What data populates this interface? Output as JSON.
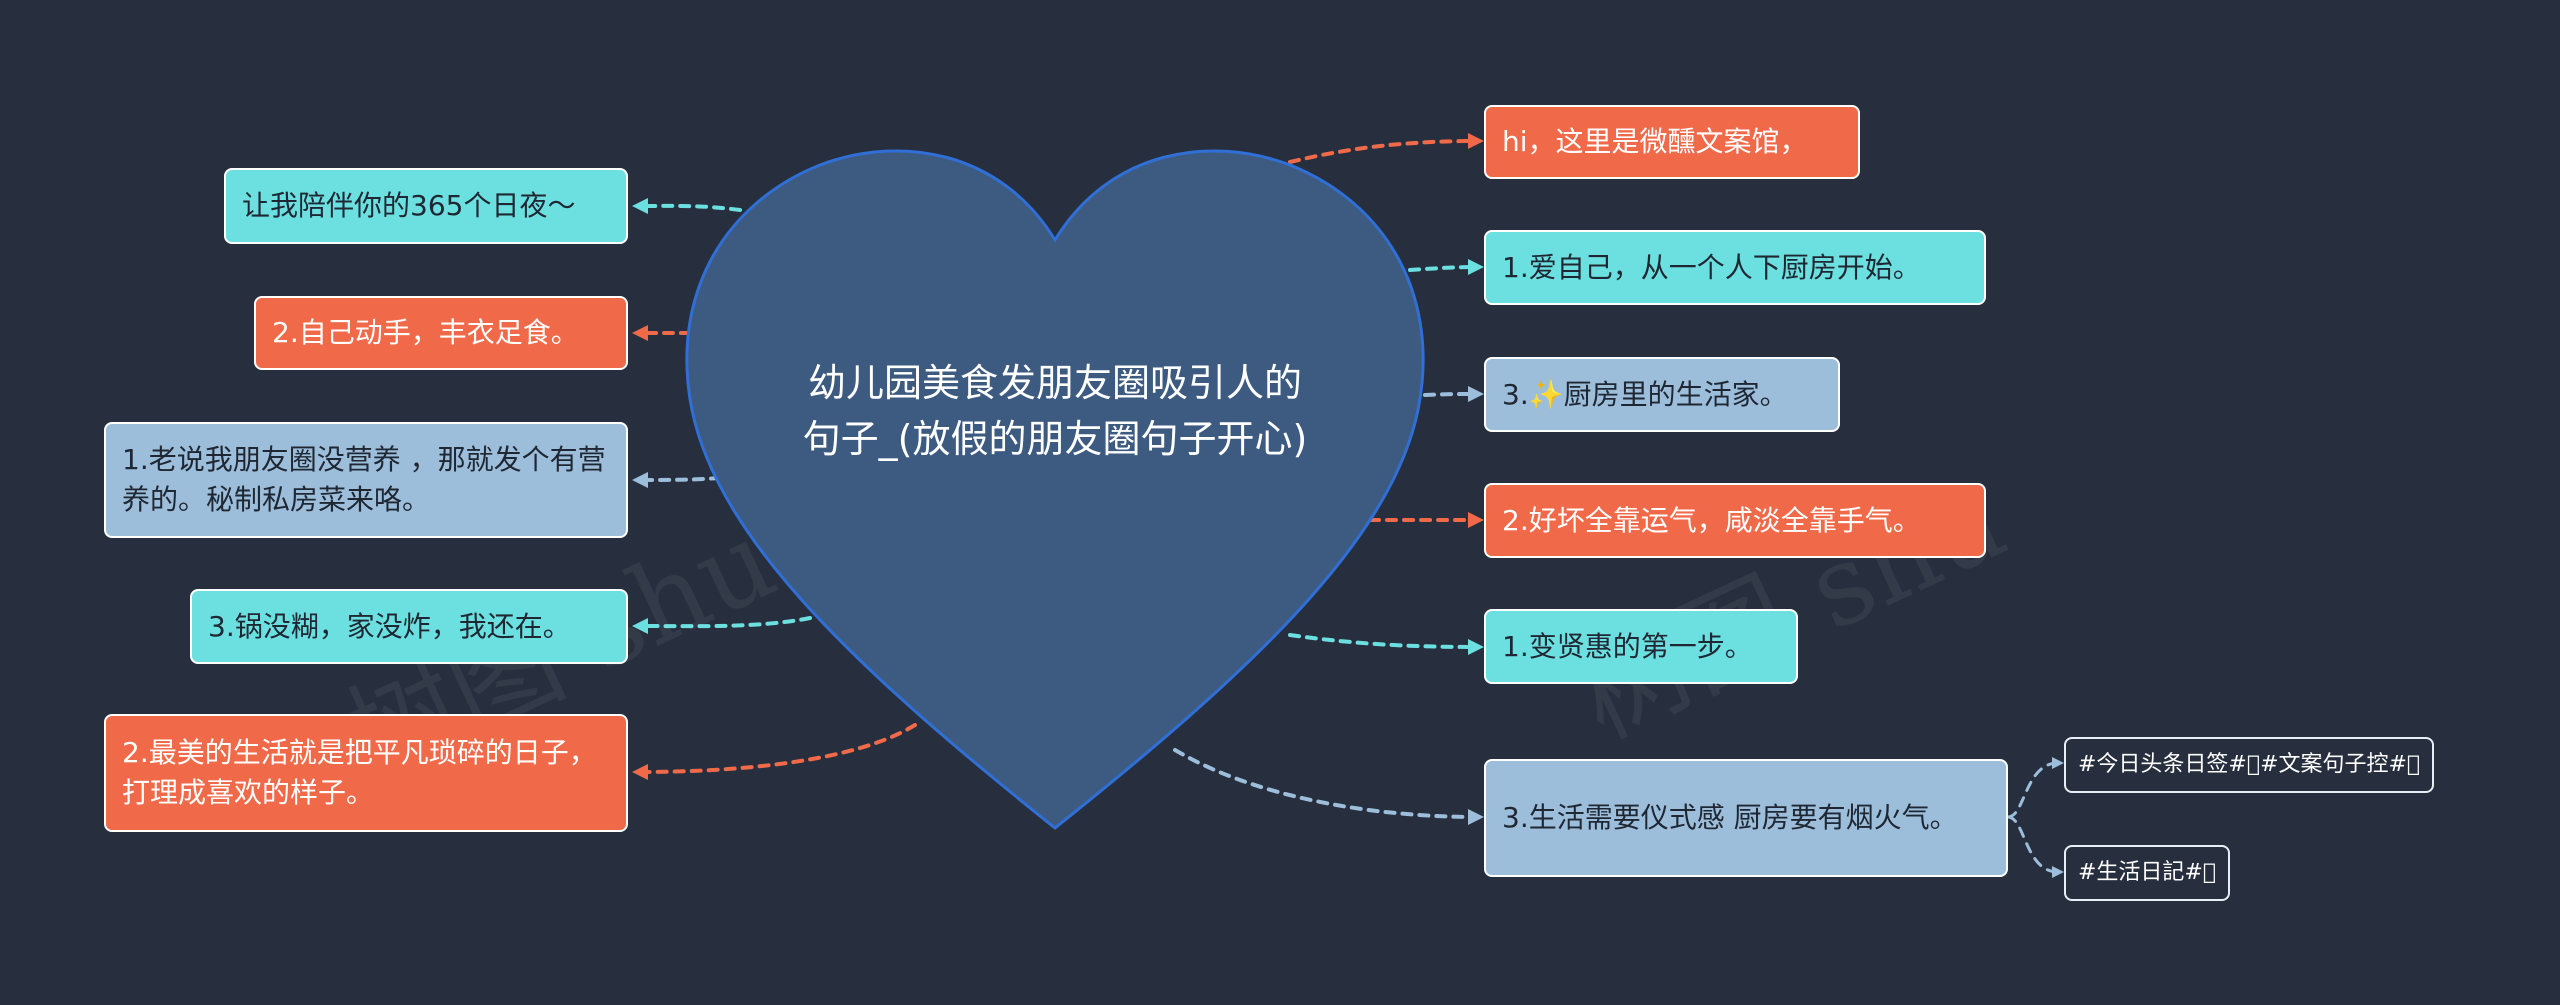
{
  "center": {
    "title": "幼儿园美食发朋友圈吸引人的句子_(放假的朋友圈句子开心)"
  },
  "left_nodes": [
    {
      "id": "l1",
      "text": "让我陪伴你的365个日夜～",
      "color": "cyan"
    },
    {
      "id": "l2",
      "text": "2.自己动手，丰衣足食。",
      "color": "orange"
    },
    {
      "id": "l3",
      "text": "1.老说我朋友圈没营养 ，那就发个有营养的。秘制私房菜来咯。",
      "color": "blue"
    },
    {
      "id": "l4",
      "text": "3.锅没糊，家没炸，我还在。",
      "color": "cyan"
    },
    {
      "id": "l5",
      "text": "2.最美的生活就是把平凡琐碎的日子，打理成喜欢的样子。",
      "color": "orange"
    }
  ],
  "right_nodes": [
    {
      "id": "r1",
      "text": "hi，这里是微醺文案馆，",
      "color": "orange"
    },
    {
      "id": "r2",
      "text": "1.爱自己，从一个人下厨房开始。",
      "color": "cyan"
    },
    {
      "id": "r3",
      "text": "3.✨厨房里的生活家。",
      "color": "blue"
    },
    {
      "id": "r4",
      "text": "2.好坏全靠运气，咸淡全靠手气。",
      "color": "orange"
    },
    {
      "id": "r5",
      "text": "1.变贤惠的第一步。",
      "color": "cyan"
    },
    {
      "id": "r6",
      "text": "3.生活需要仪式感 厨房要有烟火气。",
      "color": "blue"
    }
  ],
  "tags": [
    {
      "id": "t1",
      "text": "#今日头条日签#􀀀#文案句子控#􀀀"
    },
    {
      "id": "t2",
      "text": "#生活日記#􀀀"
    }
  ],
  "colors": {
    "background": "#272f3e",
    "heart_fill": "#3d5a80",
    "heart_stroke": "#2f6fd6",
    "cyan": "#6ce0e0",
    "orange": "#f06a4a",
    "blue": "#9dbedb"
  }
}
